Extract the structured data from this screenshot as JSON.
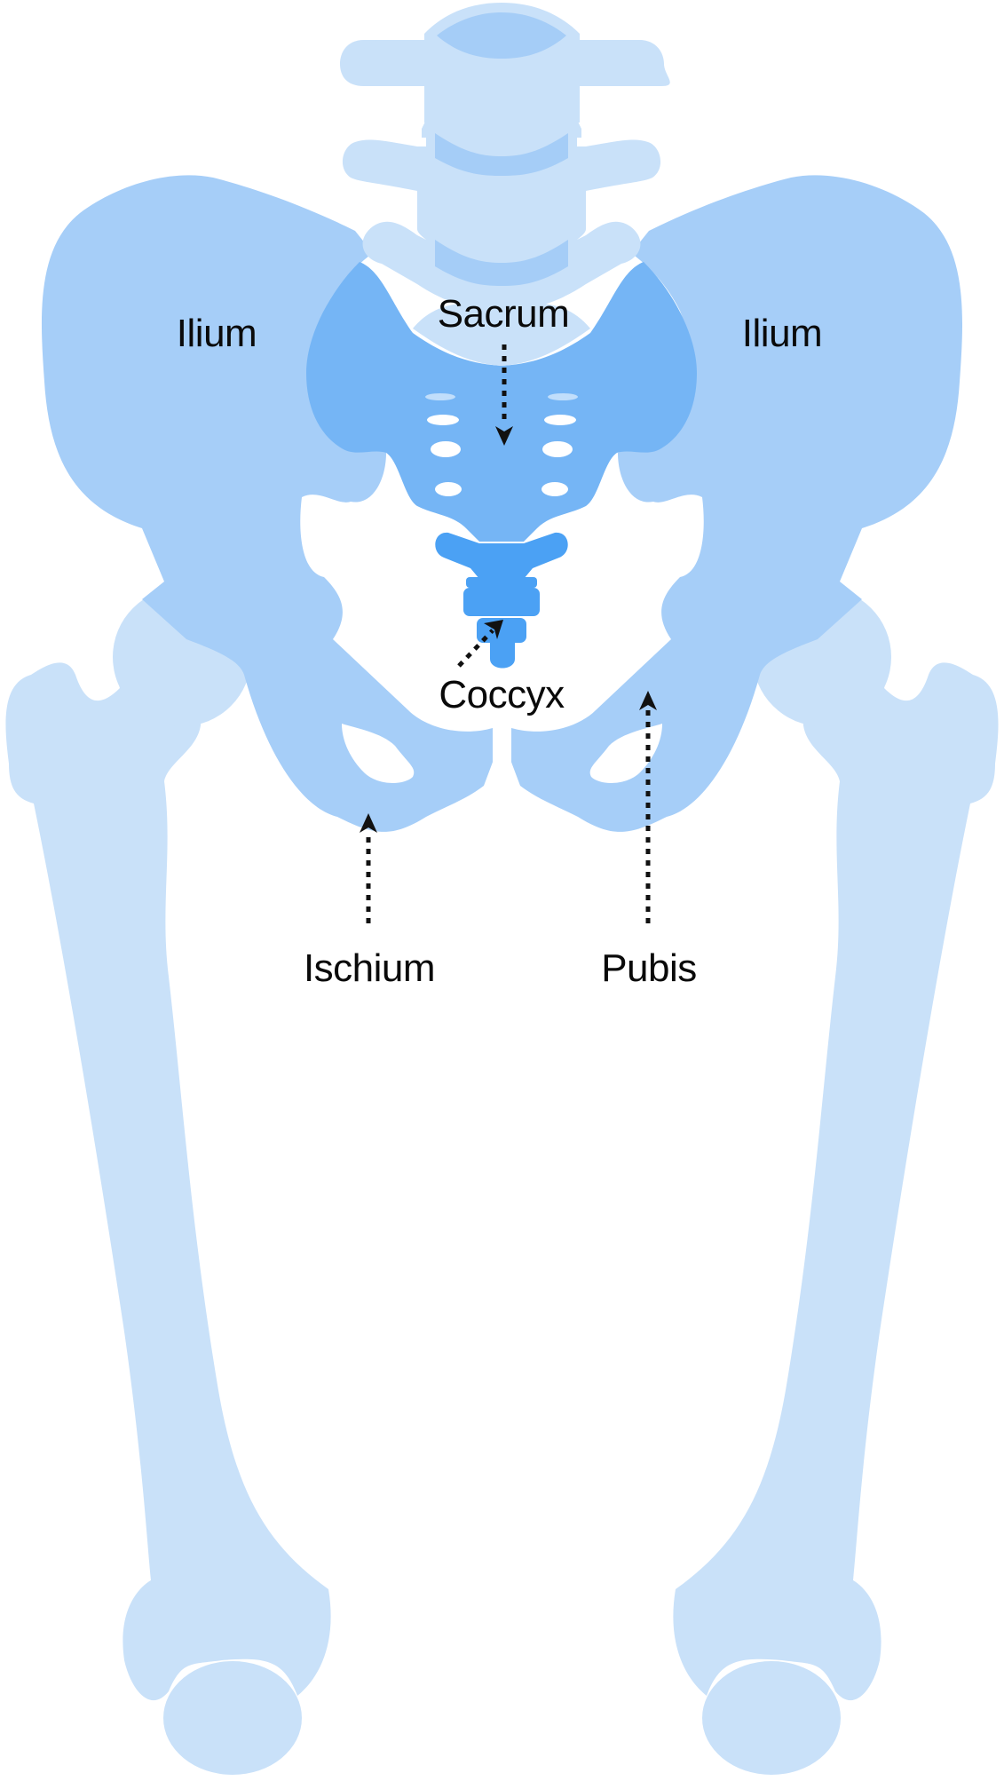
{
  "labels": {
    "ilium_left": "Ilium",
    "ilium_right": "Ilium",
    "sacrum": "Sacrum",
    "coccyx": "Coccyx",
    "ischium": "Ischium",
    "pubis": "Pubis"
  },
  "colors": {
    "vertebra": "#c9e1f9",
    "vertebra_disc": "#a5cdf7",
    "ilium": "#a6cef8",
    "sacrum": "#75b5f5",
    "coccyx": "#4ba1f4",
    "femur": "#c9e1f9",
    "arrow": "#111111"
  }
}
